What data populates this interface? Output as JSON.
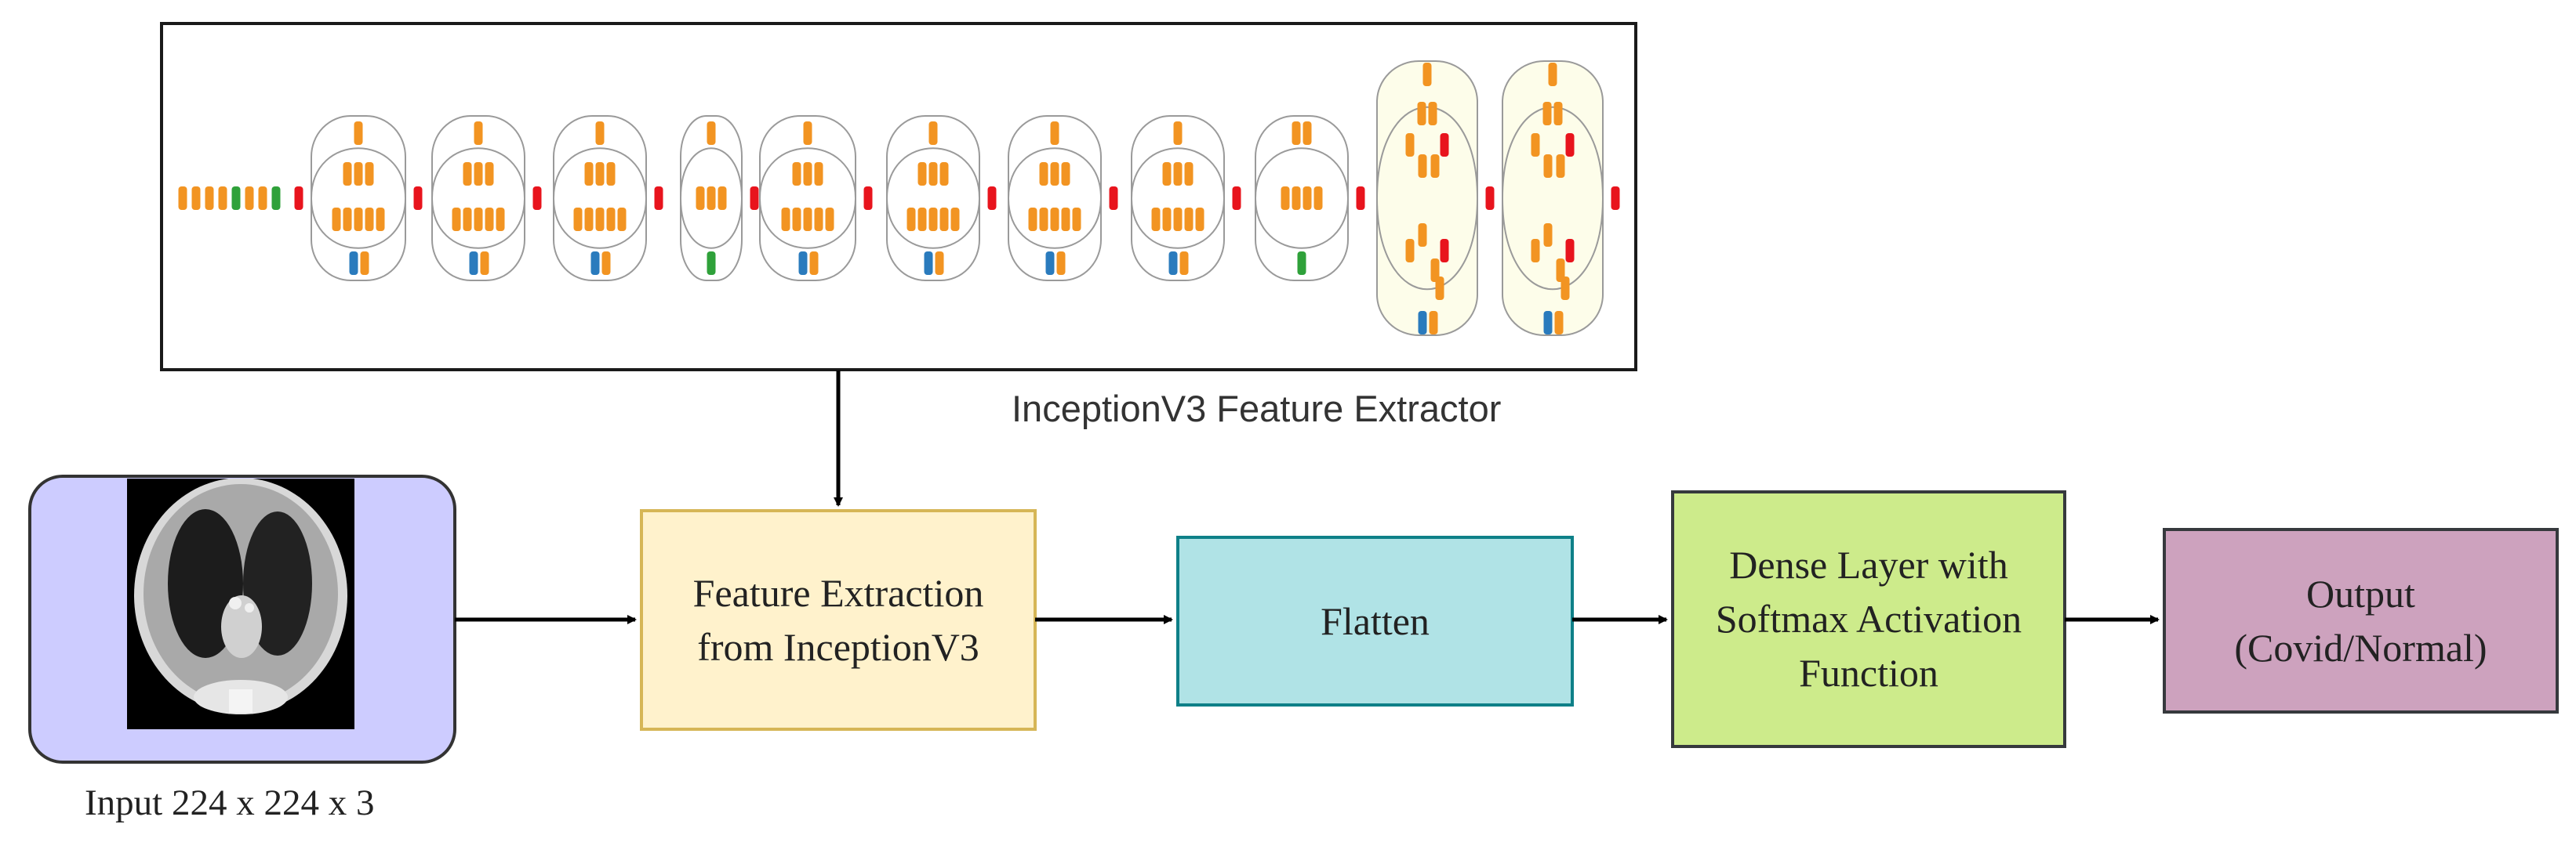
{
  "extractor": {
    "caption": "InceptionV3 Feature Extractor",
    "colors": {
      "frame": "#1a1a1a",
      "conv": "#f29422",
      "concat": "#e8141d",
      "pool": "#2a7bbd",
      "avgpool": "#2fa13a",
      "module_fill": "#ffffff",
      "wide_module_fill": "#fdfdea",
      "outline": "#9a9a9a"
    },
    "modules": [
      "inception-a",
      "inception-a",
      "inception-a",
      "reduction-a",
      "inception-b",
      "inception-b",
      "inception-b",
      "inception-b",
      "reduction-b",
      "inception-c",
      "inception-c"
    ]
  },
  "input": {
    "caption": "Input 224 x 224 x 3",
    "image_name": "ct-lung-scan",
    "fill": "#cdccff"
  },
  "stages": [
    {
      "id": "feature-extraction",
      "label": "Feature Extraction\nfrom InceptionV3",
      "fill": "#fff2cc",
      "border": "#d6b656"
    },
    {
      "id": "flatten",
      "label": "Flatten",
      "fill": "#b0e3e6",
      "border": "#0e8088"
    },
    {
      "id": "dense",
      "label": "Dense Layer with\nSoftmax Activation\nFunction",
      "fill": "#cdeb8b",
      "border": "#36393d"
    },
    {
      "id": "output",
      "label": "Output\n(Covid/Normal)",
      "fill": "#cda2be",
      "border": "#36393d"
    }
  ],
  "arrow_color": "#000000"
}
